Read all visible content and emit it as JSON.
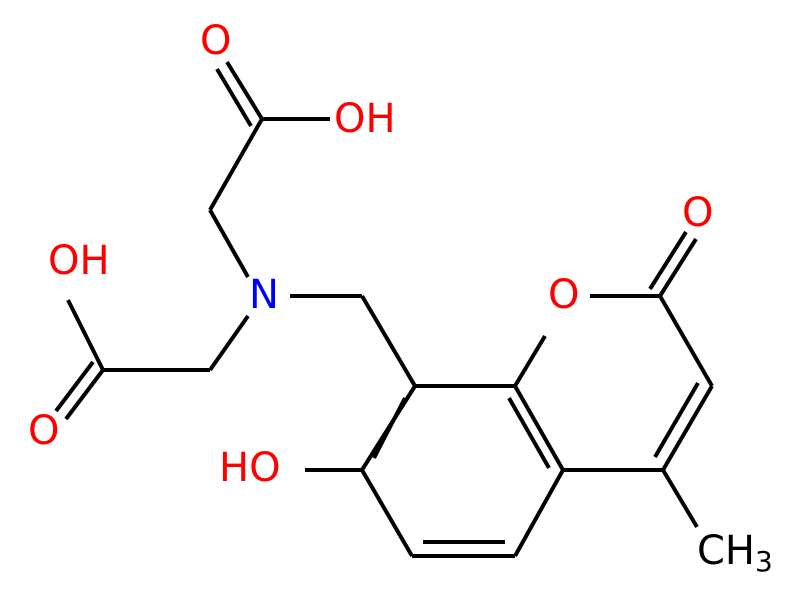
{
  "molecule": {
    "labels": {
      "top_carbonyl_o": "O",
      "top_hydroxyl": "OH",
      "left_hydroxyl": "OH",
      "left_carbonyl_o": "O",
      "amine_n": "N",
      "ring_o": "O",
      "lactone_o": "O",
      "phenol_oh": "HO",
      "methyl_c": "CH",
      "methyl_sub": "3"
    },
    "colors": {
      "oxygen": "#ff0000",
      "nitrogen": "#0000ff",
      "carbon": "#000000"
    }
  }
}
